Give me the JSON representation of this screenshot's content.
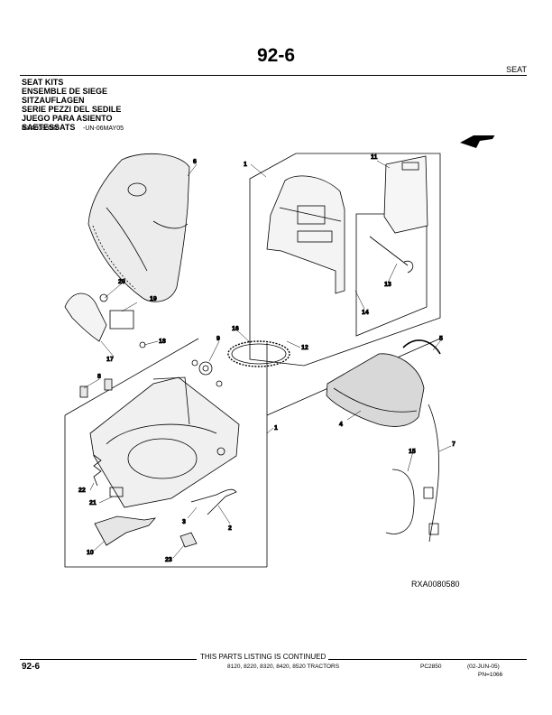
{
  "header": {
    "page_title": "92-6",
    "section": "SEAT"
  },
  "titles": [
    "SEAT KITS",
    "ENSEMBLE DE SIEGE",
    "SITZAUFLAGEN",
    "SERIE PEZZI DEL SEDILE",
    "JUEGO PARA ASIENTO",
    "SAETESSATS"
  ],
  "image_ref": {
    "id": "RXA0080580",
    "date": "-UN-06MAY05"
  },
  "figure": {
    "caption_id": "RXA0080580",
    "callouts": [
      "1",
      "1",
      "2",
      "3",
      "4",
      "5",
      "6",
      "7",
      "8",
      "9",
      "10",
      "11",
      "12",
      "13",
      "14",
      "15",
      "16",
      "17",
      "18",
      "19",
      "20",
      "21",
      "22",
      "23"
    ]
  },
  "footer": {
    "continued": "THIS PARTS LISTING IS CONTINUED",
    "page_number": "92-6",
    "models": "8120, 8220, 8320, 8420, 8520 TRACTORS",
    "catalog": "PC2850",
    "date": "(02-JUN-05)",
    "pn": "PN=1066"
  }
}
